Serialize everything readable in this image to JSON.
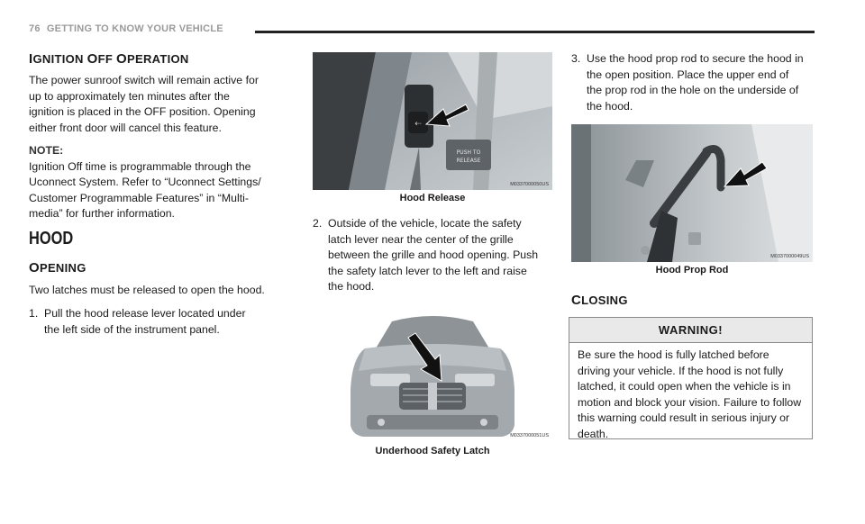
{
  "header": {
    "page_number": "76",
    "title": "GETTING TO KNOW YOUR VEHICLE"
  },
  "ignition": {
    "heading_first": "I",
    "heading_rest1": "GNITION ",
    "heading_O": "O",
    "heading_rest2": "FF ",
    "heading_O2": "O",
    "heading_rest3": "PERATION",
    "body_lines": [
      "The power sunroof switch will remain active for",
      "up to approximately ten minutes after the",
      "ignition is placed in the OFF position. Opening",
      "either front door will cancel this feature."
    ],
    "note_label": "NOTE:",
    "note_lines": [
      "Ignition Off time is programmable through the",
      "Uconnect System. Refer to “Uconnect Settings/",
      "Customer Programmable Features” in “Multi-",
      "media” for further information."
    ]
  },
  "hood": {
    "heading": "HOOD",
    "opening_first": "O",
    "opening_rest": "PENING",
    "opening_intro": "Two latches must be released to open the hood.",
    "steps": [
      {
        "num": "1.",
        "lines": [
          "Pull the hood release lever located under",
          "the left side of the instrument panel."
        ]
      },
      {
        "num": "2.",
        "lines": [
          "Outside of the vehicle, locate the safety",
          "latch lever near the center of the grille",
          "between the grille and hood opening. Push",
          "the safety latch lever to the left and raise",
          "the hood."
        ]
      },
      {
        "num": "3.",
        "lines": [
          "Use the hood prop rod to secure the hood in",
          "the open position. Place the upper end of",
          "the prop rod in the hole on the underside of",
          "the hood."
        ]
      }
    ],
    "closing_first": "C",
    "closing_rest": "LOSING"
  },
  "figures": {
    "release": {
      "caption": "Hood Release",
      "code": "M0337000050US",
      "label_line1": "PUSH TO",
      "label_line2": "RELEASE"
    },
    "latch": {
      "caption": "Underhood Safety Latch",
      "code": "M0337000051US"
    },
    "prop": {
      "caption": "Hood Prop Rod",
      "code": "M0337000049US"
    }
  },
  "warning": {
    "title": "WARNING!",
    "lines": [
      "Be sure the hood is fully latched before",
      "driving your vehicle. If the hood is not fully",
      "latched, it could open when the vehicle is in",
      "motion and block your vision. Failure to follow",
      "this warning could result in serious injury or",
      "death."
    ]
  }
}
